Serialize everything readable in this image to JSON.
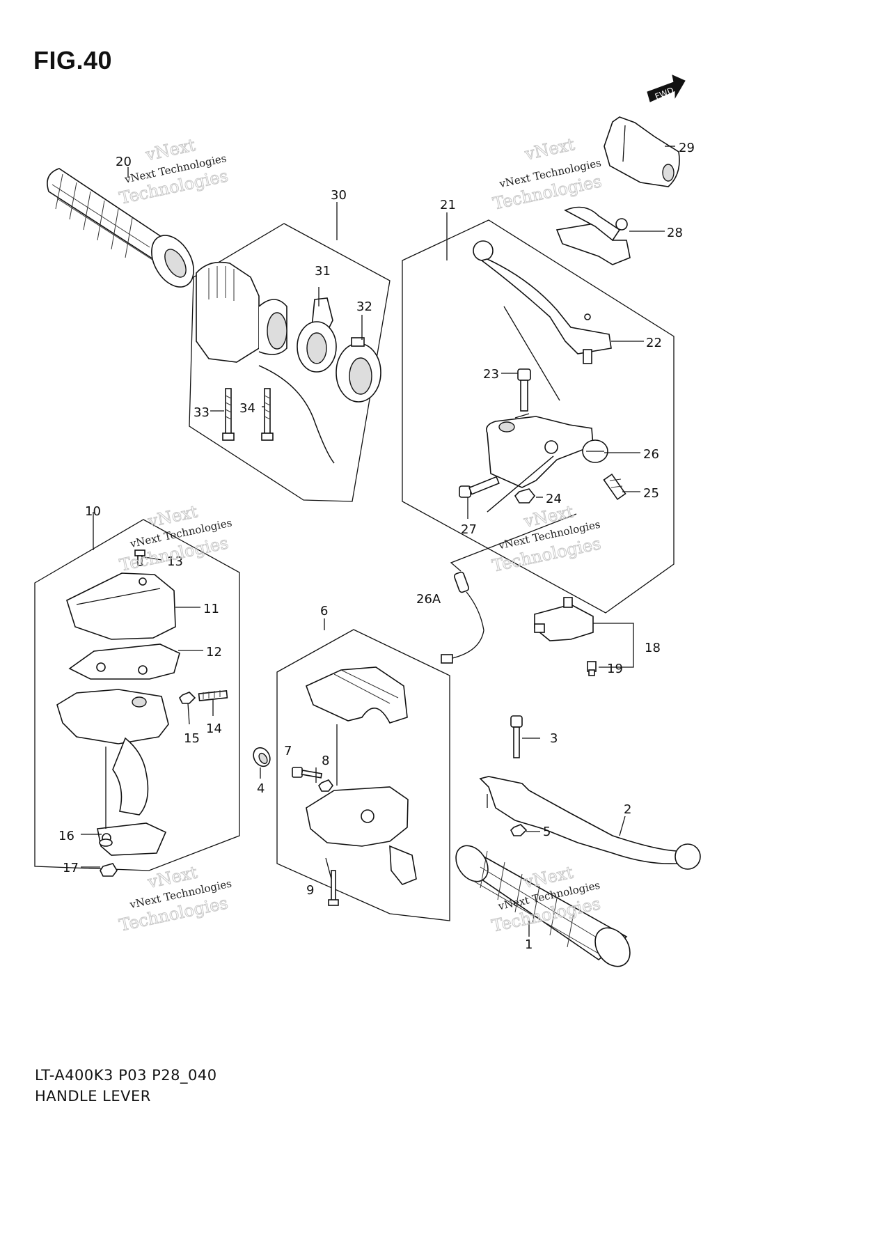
{
  "figure": {
    "title": "FIG.40",
    "model_code": "LT-A400K3 P03 P28_040",
    "section_name": "HANDLE LEVER",
    "fwd_label": "FWD"
  },
  "watermark": {
    "line1": "vNext Technologies",
    "line2": "vNext",
    "line3": "Technologies"
  },
  "callouts": {
    "c1": "1",
    "c2": "2",
    "c3": "3",
    "c4": "4",
    "c5": "5",
    "c6": "6",
    "c7": "7",
    "c8": "8",
    "c9": "9",
    "c10": "10",
    "c11": "11",
    "c12": "12",
    "c13": "13",
    "c14": "14",
    "c15": "15",
    "c16": "16",
    "c17": "17",
    "c18": "18",
    "c19": "19",
    "c20": "20",
    "c21": "21",
    "c22": "22",
    "c23": "23",
    "c24": "24",
    "c25": "25",
    "c26": "26",
    "c26a": "26A",
    "c27": "27",
    "c28": "28",
    "c29": "29",
    "c30": "30",
    "c31": "31",
    "c32": "32",
    "c33": "33",
    "c34": "34"
  }
}
